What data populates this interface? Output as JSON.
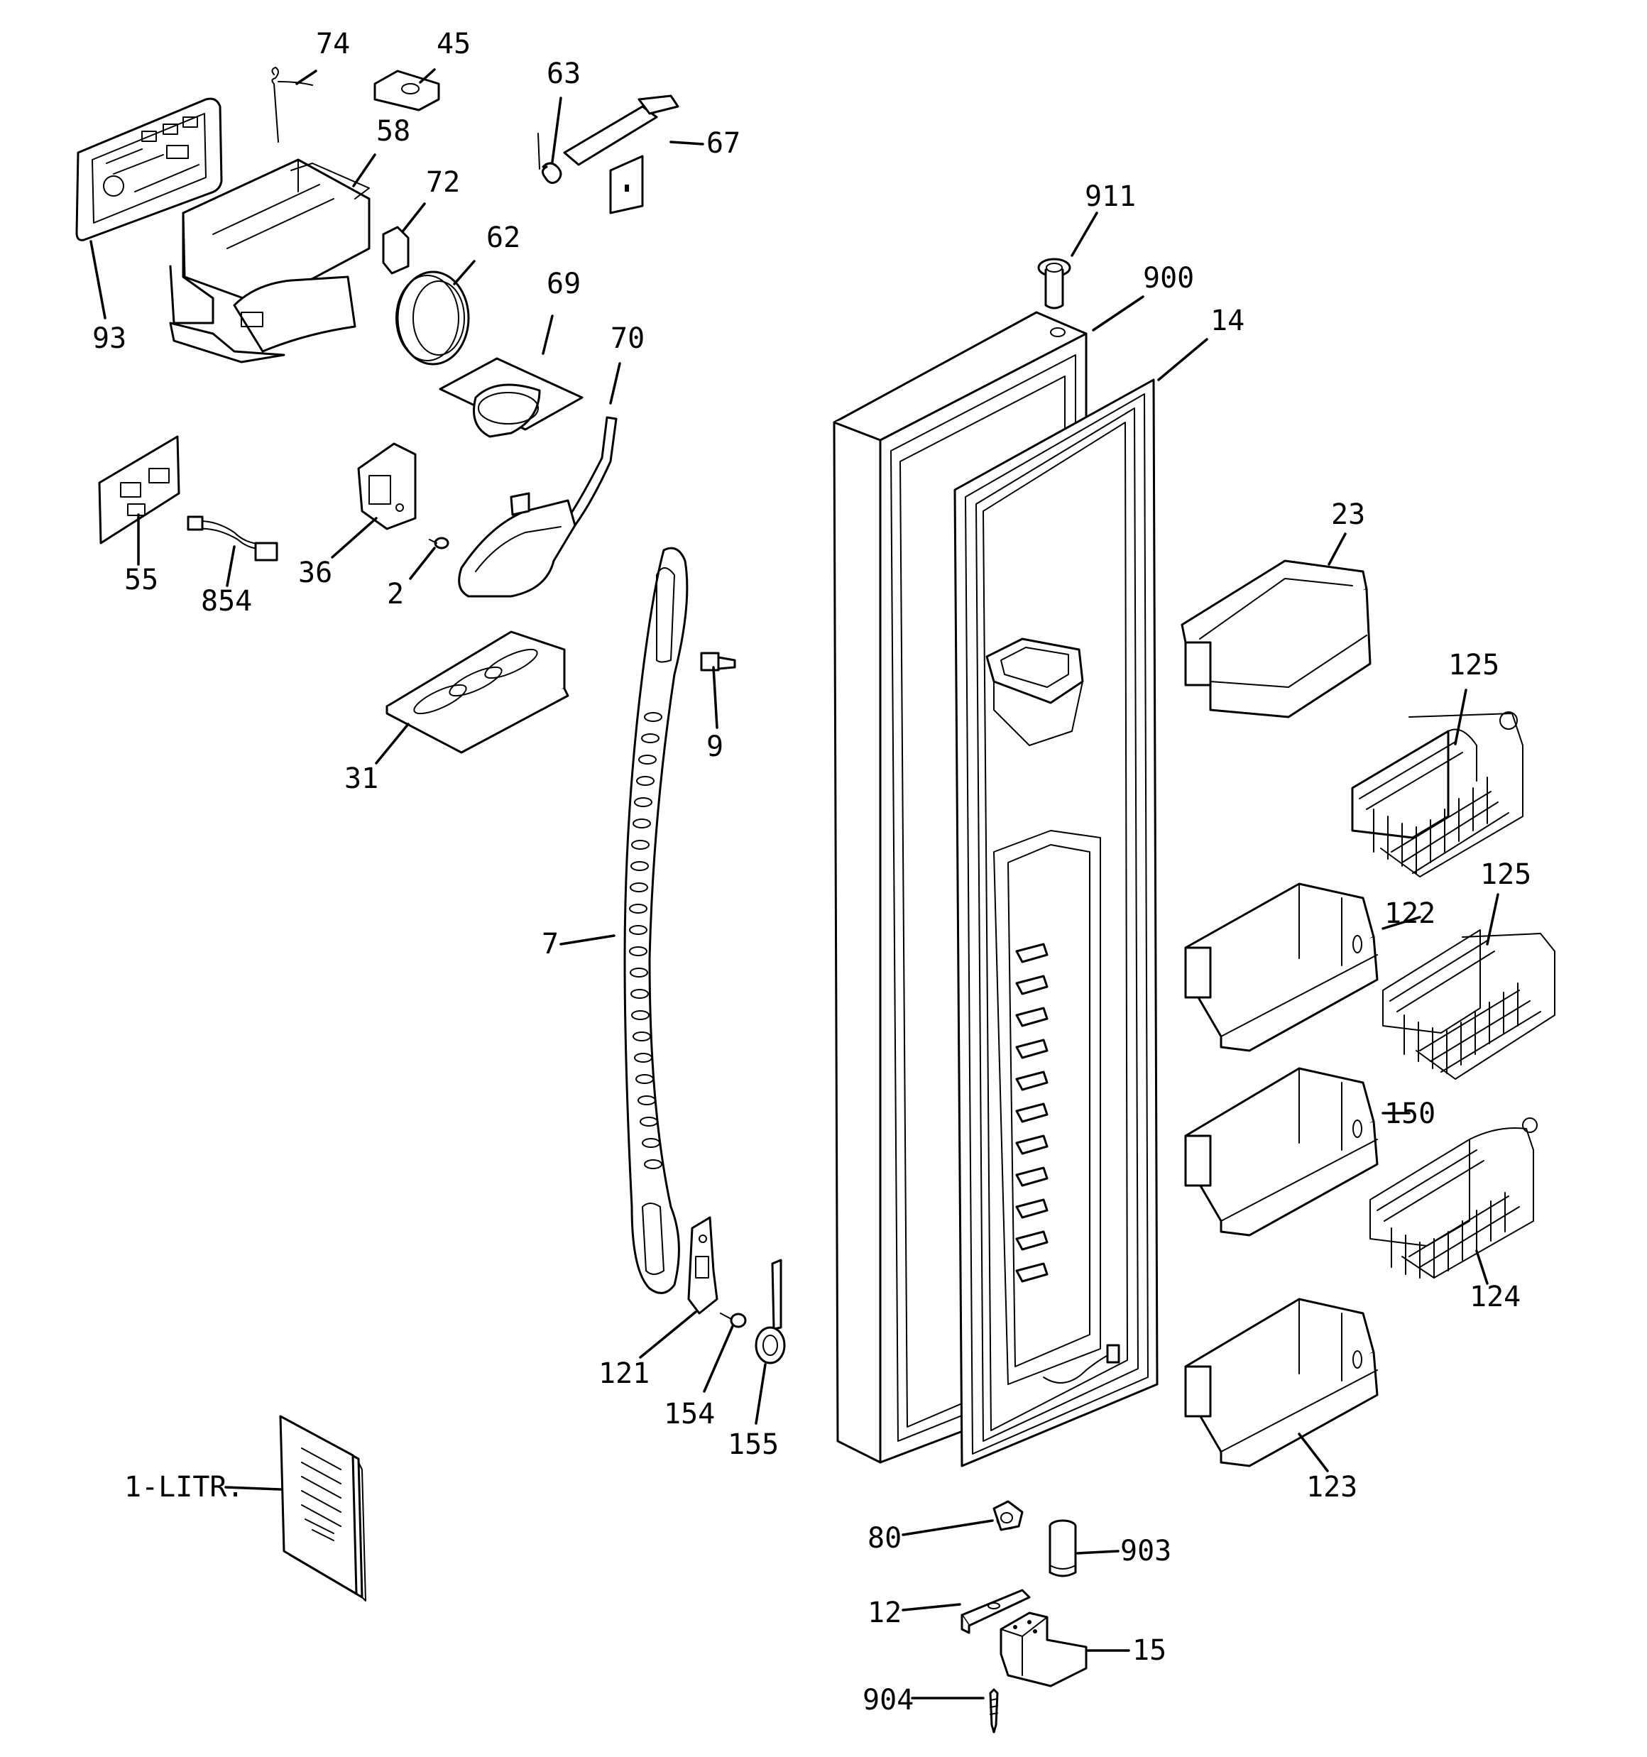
{
  "parts": [
    {
      "id": "p74",
      "label": "74"
    },
    {
      "id": "p45",
      "label": "45"
    },
    {
      "id": "p63",
      "label": "63"
    },
    {
      "id": "p67",
      "label": "67"
    },
    {
      "id": "p58",
      "label": "58"
    },
    {
      "id": "p72",
      "label": "72"
    },
    {
      "id": "p62",
      "label": "62"
    },
    {
      "id": "p93",
      "label": "93"
    },
    {
      "id": "p69",
      "label": "69"
    },
    {
      "id": "p70",
      "label": "70"
    },
    {
      "id": "p911",
      "label": "911"
    },
    {
      "id": "p900",
      "label": "900"
    },
    {
      "id": "p14",
      "label": "14"
    },
    {
      "id": "p55",
      "label": "55"
    },
    {
      "id": "p854",
      "label": "854"
    },
    {
      "id": "p36",
      "label": "36"
    },
    {
      "id": "p2",
      "label": "2"
    },
    {
      "id": "p23",
      "label": "23"
    },
    {
      "id": "p9",
      "label": "9"
    },
    {
      "id": "p31",
      "label": "31"
    },
    {
      "id": "p125a",
      "label": "125"
    },
    {
      "id": "p125b",
      "label": "125"
    },
    {
      "id": "p122",
      "label": "122"
    },
    {
      "id": "p7",
      "label": "7"
    },
    {
      "id": "p150",
      "label": "150"
    },
    {
      "id": "p124",
      "label": "124"
    },
    {
      "id": "p121",
      "label": "121"
    },
    {
      "id": "p154",
      "label": "154"
    },
    {
      "id": "p155",
      "label": "155"
    },
    {
      "id": "p123",
      "label": "123"
    },
    {
      "id": "p1litr",
      "label": "1-LITR."
    },
    {
      "id": "p80",
      "label": "80"
    },
    {
      "id": "p903",
      "label": "903"
    },
    {
      "id": "p12",
      "label": "12"
    },
    {
      "id": "p15",
      "label": "15"
    },
    {
      "id": "p904",
      "label": "904"
    }
  ]
}
